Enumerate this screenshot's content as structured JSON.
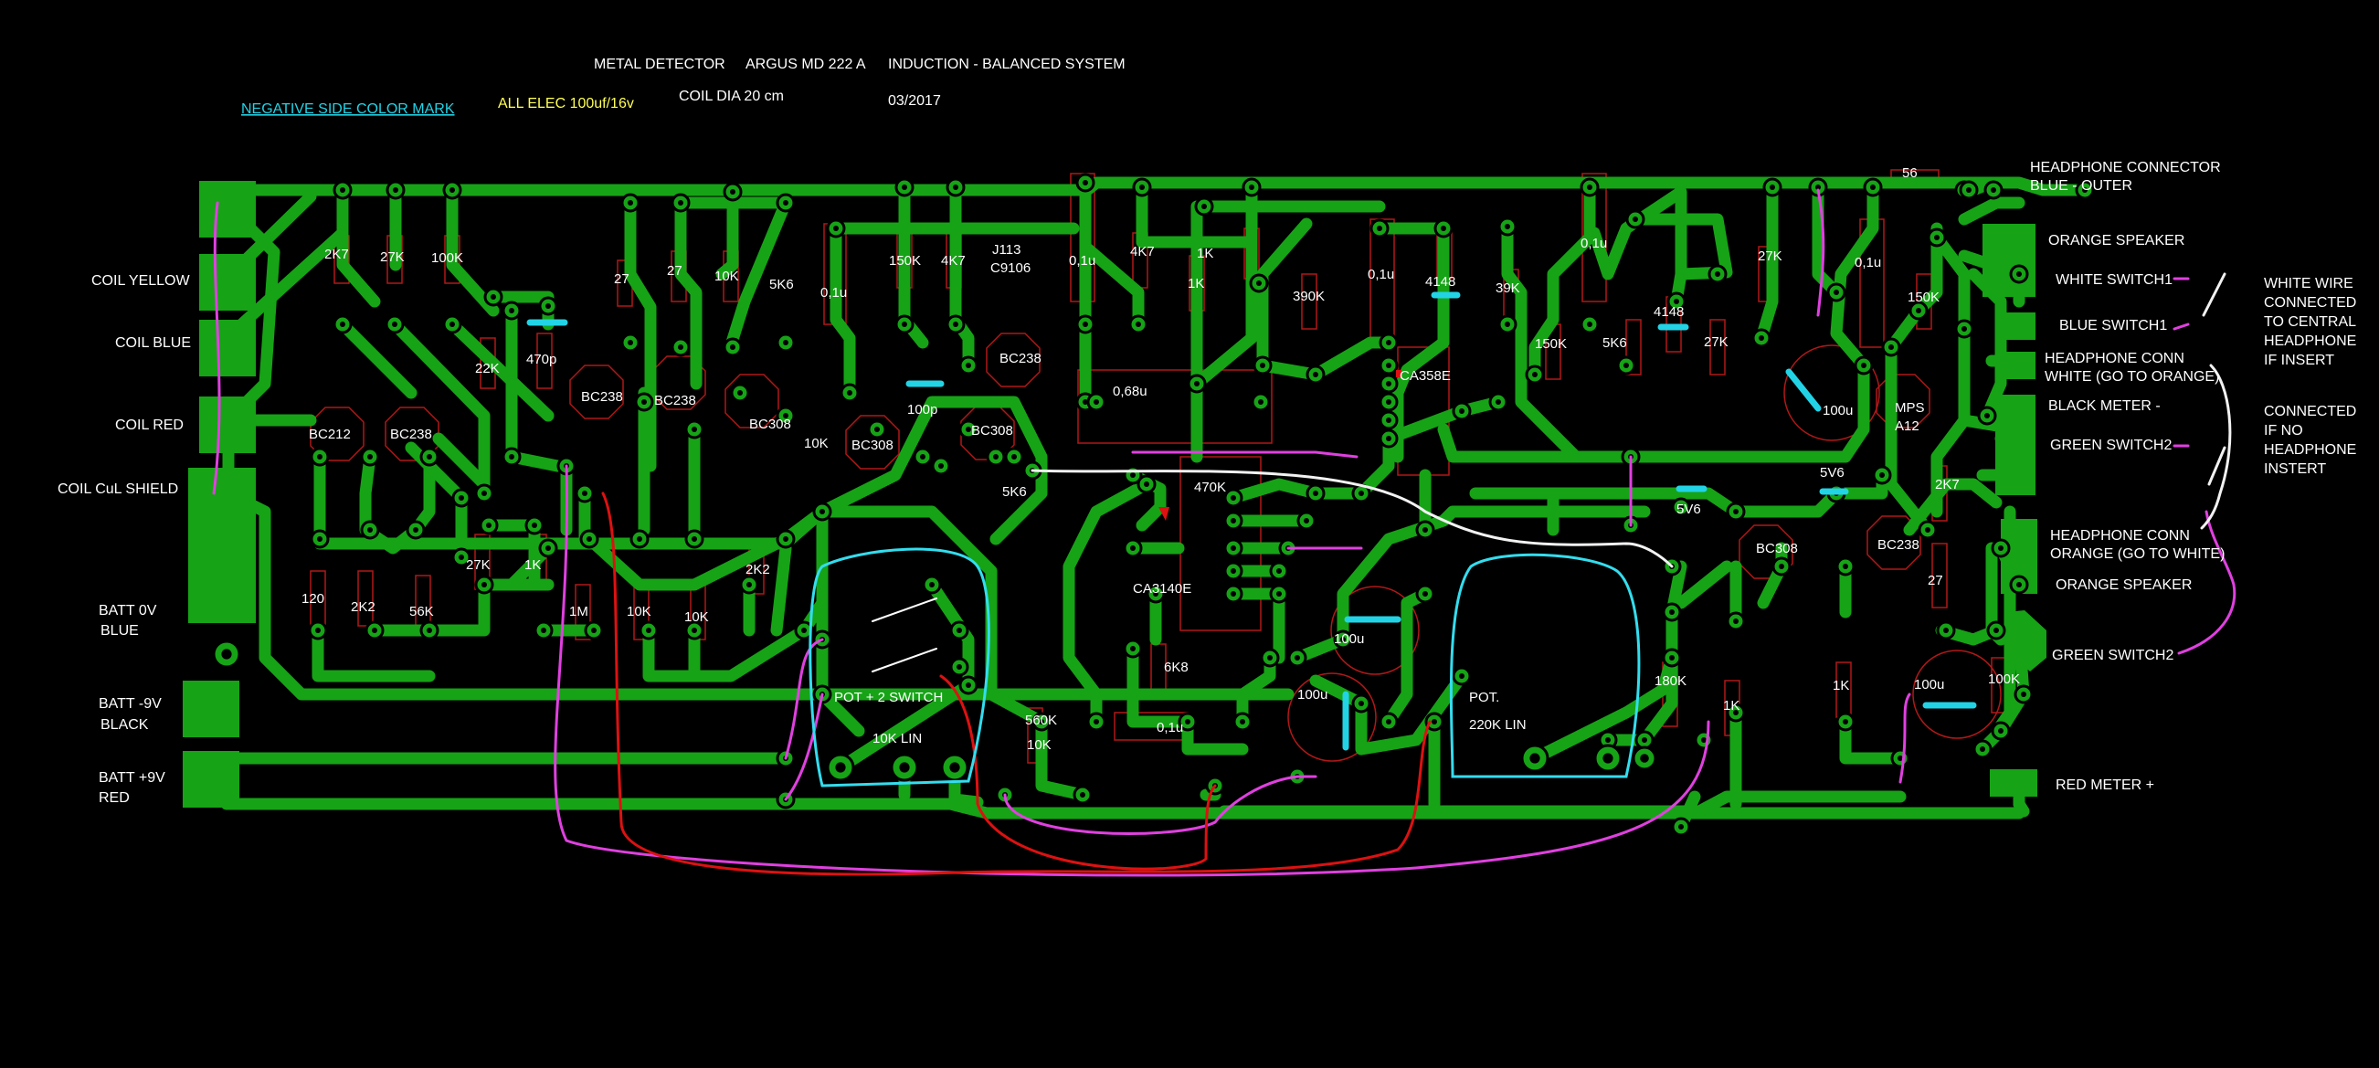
{
  "header": {
    "title": "METAL DETECTOR",
    "model": "ARGUS MD 222 A",
    "system": "INDUCTION - BALANCED SYSTEM",
    "coil": "COIL DIA 20 cm",
    "date": "03/2017",
    "negative_mark": "NEGATIVE SIDE COLOR MARK",
    "elec_note": "ALL ELEC 100uf/16v"
  },
  "left_labels": {
    "coil_yellow": "COIL YELLOW",
    "coil_blue": "COIL BLUE",
    "coil_red": "COIL RED",
    "coil_shield": "COIL CuL SHIELD",
    "batt0_a": "BATT 0V",
    "batt0_b": "BLUE",
    "battneg_a": "BATT -9V",
    "battneg_b": "BLACK",
    "battpos_a": "BATT +9V",
    "battpos_b": "RED"
  },
  "right_labels": {
    "hp_conn_a": "HEADPHONE CONNECTOR",
    "hp_conn_b": "BLUE - OUTER",
    "orange_speaker_1": "ORANGE SPEAKER",
    "white_switch1": "WHITE SWITCH1",
    "blue_switch1": "BLUE SWITCH1",
    "hp_white_a": "HEADPHONE CONN",
    "hp_white_b": "WHITE (GO TO ORANGE)",
    "black_meter": "BLACK METER -",
    "green_switch2_a": "GREEN SWITCH2",
    "hp_orange_a": "HEADPHONE CONN",
    "hp_orange_b": "ORANGE (GO TO WHITE)",
    "orange_speaker_2": "ORANGE SPEAKER",
    "green_switch2_b": "GREEN SWITCH2",
    "red_meter": "RED METER +",
    "note1": [
      "WHITE WIRE",
      "CONNECTED",
      "TO CENTRAL",
      "HEADPHONE",
      "IF INSERT"
    ],
    "note2": [
      "CONNECTED",
      "IF NO",
      "HEADPHONE",
      "INSTERT"
    ]
  },
  "components": {
    "r_2k7_a": "2K7",
    "r_27k_a": "27K",
    "r_100k_a": "100K",
    "r_27_a": "27",
    "r_27_b": "27",
    "r_10k_a": "10K",
    "r_5k6_a": "5K6",
    "c_01u_a": "0,1u",
    "r_150k_a": "150K",
    "r_4k7_a": "4K7",
    "j113": "J113",
    "c9106": "C9106",
    "c_01u_b": "0,1u",
    "r_4k7_b": "4K7",
    "r_1k_a": "1K",
    "r_1k_b": "1K",
    "r_390k": "390K",
    "c_01u_c": "0,1u",
    "d_4148_a": "4148",
    "r_39k": "39K",
    "c_01u_d": "0,1u",
    "r_27k_b": "27K",
    "c_01u_e": "0,1u",
    "r_56": "56",
    "r_150k_b": "150K",
    "r_22k": "22K",
    "c_470p": "470p",
    "bc238_a": "BC238",
    "bc238_b": "BC238",
    "bc238_c": "BC238",
    "bc308_a": "BC308",
    "c_100p": "100p",
    "c_068u": "0,68u",
    "ca358e": "CA358E",
    "r_150k_c": "150K",
    "r_5k6_b": "5K6",
    "d_4148_b": "4148",
    "r_27k_c": "27K",
    "c_100u_a": "100u",
    "mps": "MPS",
    "a12": "A12",
    "bc212": "BC212",
    "bc238_d": "BC238",
    "r_10k_b": "10K",
    "bc308_b": "BC308",
    "bc308_c": "BC308",
    "r_5k6_c": "5K6",
    "r_470k": "470K",
    "z_5v6_a": "5V6",
    "z_5v6_b": "5V6",
    "r_2k7_b": "2K7",
    "r_27k_d": "27K",
    "r_1k_c": "1K",
    "r_2k2_a": "2K2",
    "ca3140e": "CA3140E",
    "bc308_d": "BC308",
    "bc238_e": "BC238",
    "r_120": "120",
    "r_2k2_b": "2K2",
    "r_56k": "56K",
    "r_1m": "1M",
    "r_10k_c": "10K",
    "r_10k_d": "10K",
    "r_27_c": "27",
    "c_100u_b": "100u",
    "r_6k8": "6K8",
    "r_180k": "180K",
    "r_1k_d": "1K",
    "r_1k_e": "1K",
    "c_100u_c": "100u",
    "r_100k_b": "100K",
    "c_100u_d": "100u",
    "pot_switch": "POT + 2 SWITCH",
    "pot_10k": "10K LIN",
    "r_560k": "560K",
    "c_01u_f": "0,1u",
    "r_10k_e": "10K",
    "pot_label": "POT.",
    "pot_220k": "220K LIN"
  },
  "colors": {
    "background": "#000000",
    "track": "#16a316",
    "pad_hole": "#000000",
    "silk": "#ffffff",
    "outline": "#b01818",
    "negative_mark": "#22d3e6",
    "elec_note": "#ffff55",
    "wire_magenta": "#e040e0",
    "wire_red": "#dd1111",
    "wire_white": "#f2f2f2",
    "wire_cyan": "#33ddee"
  }
}
